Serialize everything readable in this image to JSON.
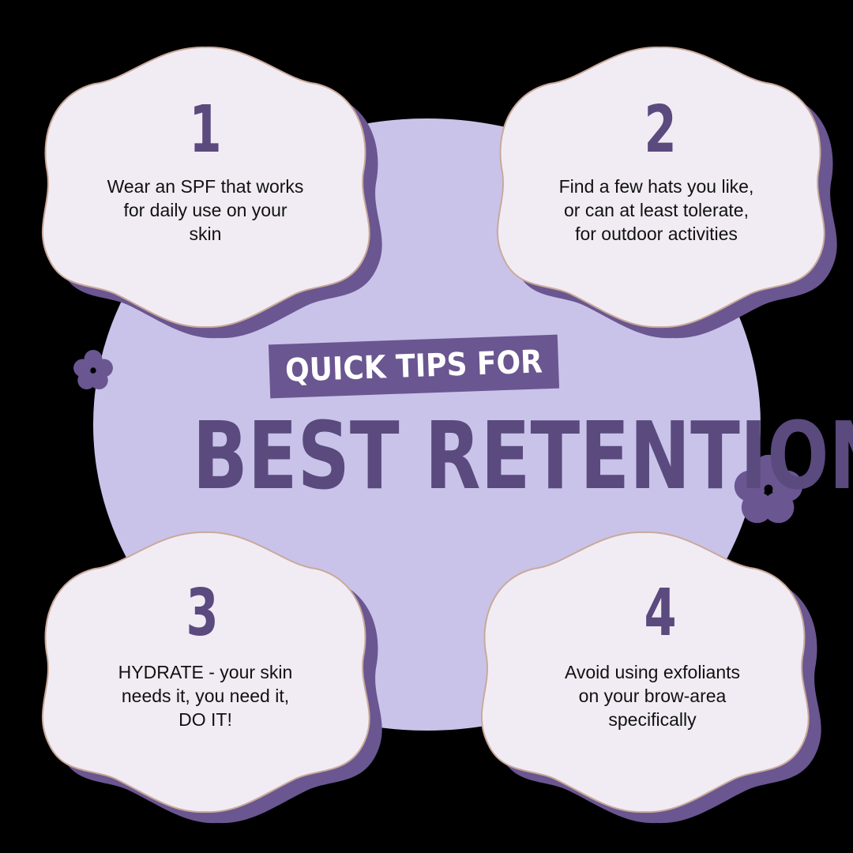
{
  "colors": {
    "background": "#000000",
    "circle": "#c9c3ea",
    "accent": "#6a5690",
    "headline": "#5a4a7e",
    "card_fill": "#f1ecf4",
    "card_outline": "#c9a99a",
    "card_shadow": "#6a5690"
  },
  "header": {
    "tag_label": "QUICK TIPS FOR",
    "title": "BEST RETENTION"
  },
  "tips": [
    {
      "number": "1",
      "text": "Wear an SPF that works for daily use on your skin"
    },
    {
      "number": "2",
      "text": "Find a few hats you like, or can at least tolerate, for outdoor activities"
    },
    {
      "number": "3",
      "text": "HYDRATE - your skin needs it, you need it, DO IT!"
    },
    {
      "number": "4",
      "text": "Avoid using exfoliants on your brow-area specifically"
    }
  ],
  "decorations": {
    "left_icon": "flower-icon",
    "right_icon": "flower-icon"
  }
}
